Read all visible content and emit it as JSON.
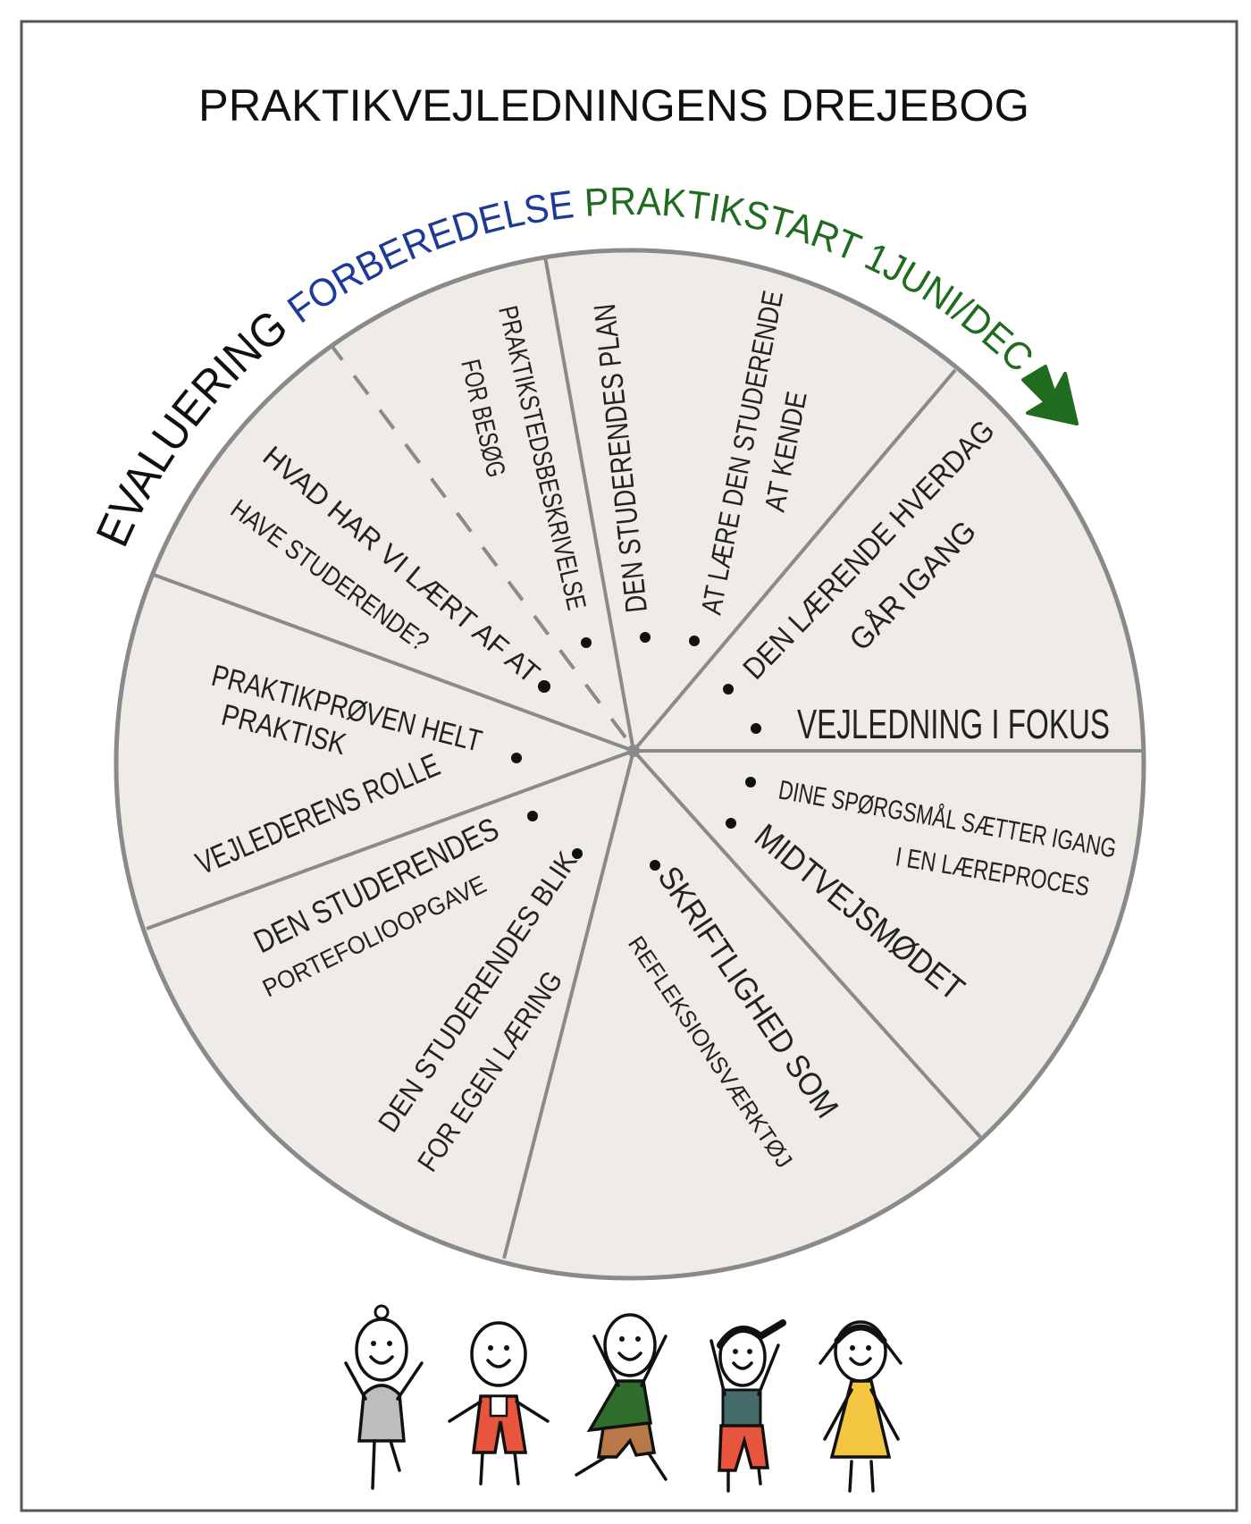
{
  "title": "PRAKTIKVEJLEDNINGENS DREJEBOG",
  "arc_labels": {
    "evaluering": "EVALUERING",
    "forberedelse": "FORBEREDELSE",
    "praktikstart": "PRAKTIKSTART 1JUNI/DEC"
  },
  "colors": {
    "evaluering": "#111111",
    "forberedelse": "#1c3a96",
    "praktikstart": "#1f6b1f",
    "wheel_fill": "#efebe6",
    "wheel_stroke": "#8a8a8a"
  },
  "segments": [
    {
      "lines": [
        "PRAKTIKSTEDSBESKRIVELSE",
        "FOR BESØG"
      ]
    },
    {
      "lines": [
        "DEN STUDERENDES PLAN"
      ]
    },
    {
      "lines": [
        "AT LÆRE DEN STUDERENDE",
        "AT KENDE"
      ]
    },
    {
      "lines": [
        "DEN LÆRENDE HVERDAG",
        "GÅR IGANG"
      ]
    },
    {
      "lines": [
        "VEJLEDNING I FOKUS"
      ]
    },
    {
      "lines": [
        "DINE SPØRGSMÅL SÆTTER IGANG",
        "I EN LÆREPROCES"
      ]
    },
    {
      "lines": [
        "MIDTVEJSMØDET"
      ]
    },
    {
      "lines": [
        "SKRIFTLIGHED SOM",
        "REFLEKSIONSVÆRKTØJ"
      ]
    },
    {
      "lines": [
        "DEN STUDERENDES BLIK",
        "FOR EGEN LÆRING"
      ]
    },
    {
      "lines": [
        "DEN STUDERENDES",
        "PORTEFOLIOOPGAVE"
      ]
    },
    {
      "lines": [
        "VEJLEDERENS ROLLE"
      ]
    },
    {
      "lines": [
        "PRAKTIKPRØVEN HELT",
        "PRAKTISK"
      ]
    },
    {
      "lines": [
        "HVAD HAR VI LÆRT AF AT",
        "HAVE STUDERENDE?"
      ]
    }
  ],
  "figures": [
    {
      "name": "figure-grey",
      "shirt": "#bdbdbd",
      "pants": null
    },
    {
      "name": "figure-red",
      "shirt": "#e8553d",
      "pants": "#e8553d"
    },
    {
      "name": "figure-green",
      "shirt": "#2f6e2a",
      "pants": "#b87848"
    },
    {
      "name": "figure-teal",
      "shirt": "#446a6a",
      "pants": "#e8553d"
    },
    {
      "name": "figure-yellow",
      "shirt": "#f2c641",
      "pants": null
    }
  ]
}
